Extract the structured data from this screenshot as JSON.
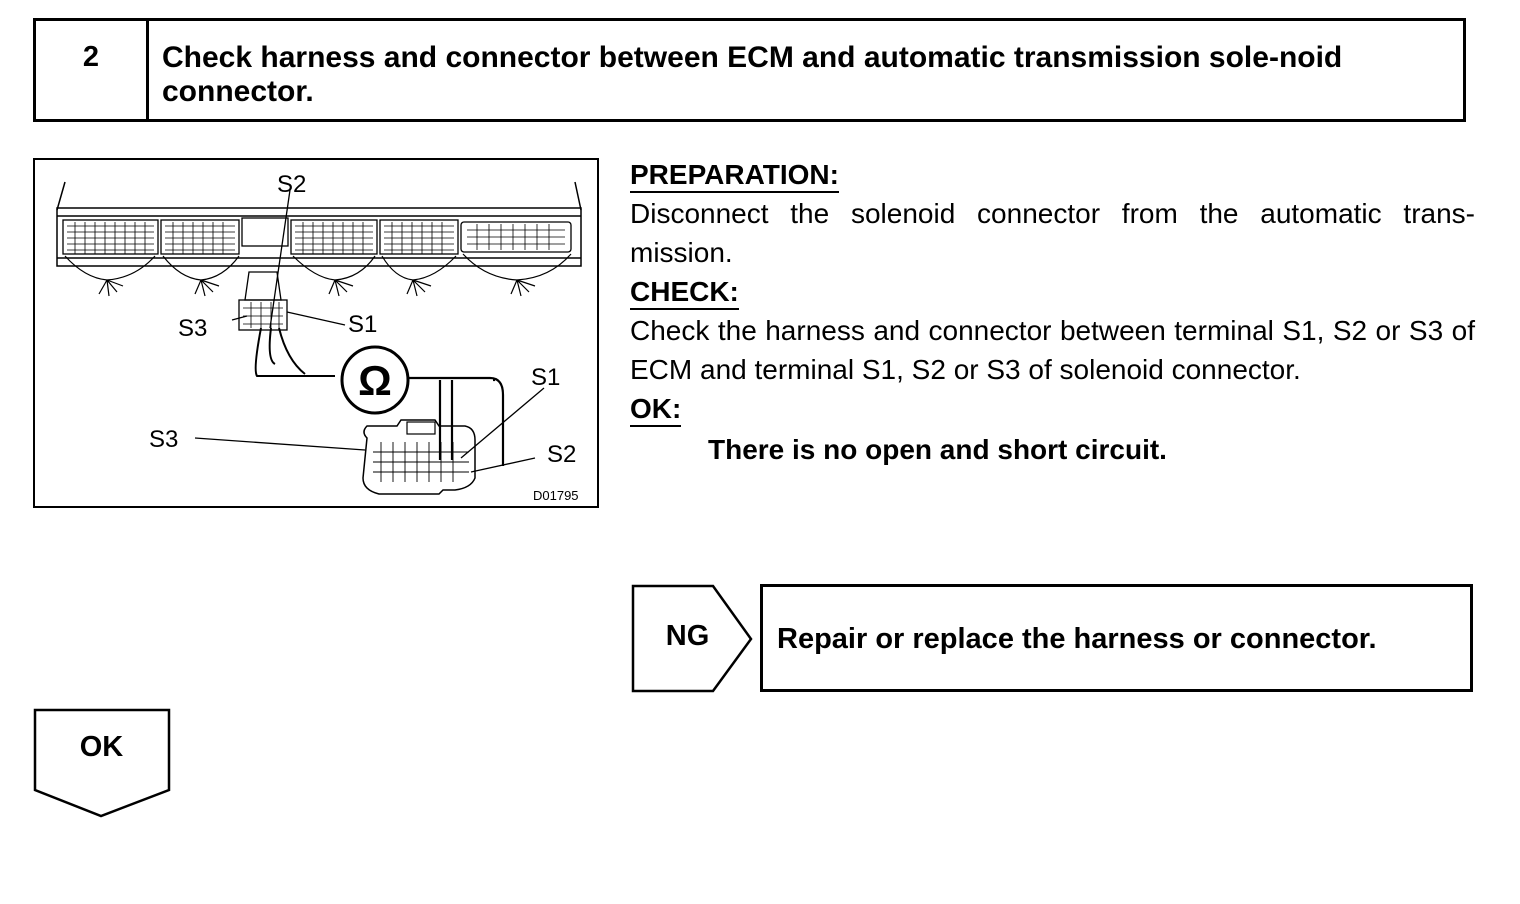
{
  "step": {
    "number": "2",
    "title": "Check harness and connector between ECM and automatic transmission sole-noid connector."
  },
  "diagram": {
    "labels": {
      "ecm_s2": "S2",
      "ecm_s3": "S3",
      "ecm_s1": "S1",
      "ohm": "Ω",
      "sol_s1": "S1",
      "sol_s3": "S3",
      "sol_s2": "S2",
      "figure_code": "D01795"
    }
  },
  "instructions": {
    "preparation_heading": "PREPARATION:",
    "preparation_text": "Disconnect the solenoid connector from the automatic trans-mission.",
    "check_heading": "CHECK:",
    "check_text": "Check the harness and connector between terminal S1, S2 or S3 of ECM and terminal S1, S2 or S3 of solenoid connector.",
    "ok_heading": "OK:",
    "ok_text": "There is no open and short circuit."
  },
  "ng": {
    "label": "NG",
    "action": "Repair or replace the harness or connector."
  },
  "ok": {
    "label": "OK"
  }
}
